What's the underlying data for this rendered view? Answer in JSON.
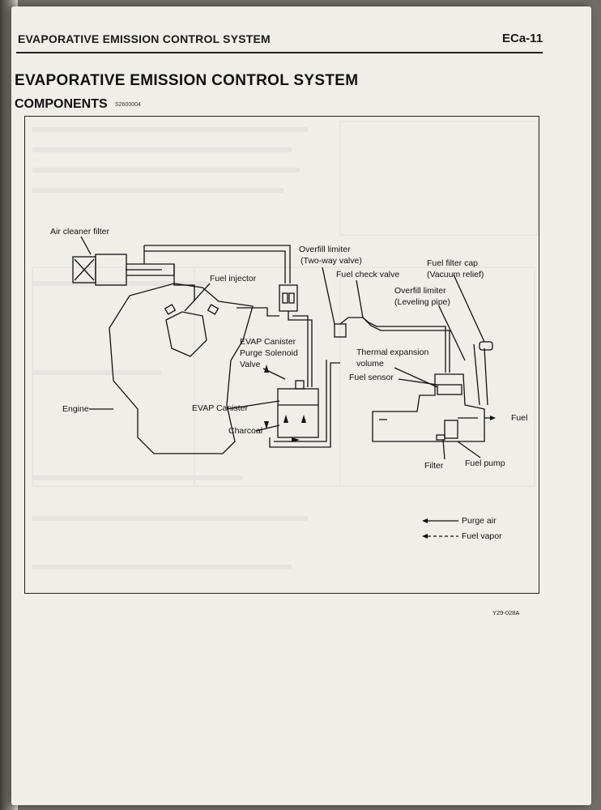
{
  "header": {
    "section_title": "EVAPORATIVE EMISSION CONTROL SYSTEM",
    "page_number": "ECa-11"
  },
  "main": {
    "title": "EVAPORATIVE EMISSION CONTROL SYSTEM",
    "subtitle": "COMPONENTS",
    "code": "S2600004"
  },
  "diagram": {
    "labels": {
      "air_cleaner_filter": "Air cleaner filter",
      "overfill_limiter_two_way_1": "Overfill limiter",
      "overfill_limiter_two_way_2": "(Two-way valve)",
      "fuel_check_valve": "Fuel check valve",
      "fuel_filter_cap_1": "Fuel filter cap",
      "fuel_filter_cap_2": "(Vacuum relief)",
      "fuel_injector": "Fuel injector",
      "overfill_limiter_leveling_1": "Overfill limiter",
      "overfill_limiter_leveling_2": "(Leveling pipe)",
      "evap_solenoid_1": "EVAP Canister",
      "evap_solenoid_2": "Purge Solenoid",
      "evap_solenoid_3": "Valve",
      "thermal_expansion_1": "Thermal expansion",
      "thermal_expansion_2": "volume",
      "fuel_sensor": "Fuel sensor",
      "engine": "Engine",
      "evap_canister": "EVAP Canister",
      "charcoal": "Charcoal",
      "fuel": "Fuel",
      "filter": "Filter",
      "fuel_pump": "Fuel pump"
    },
    "legend": {
      "purge_air": "Purge air",
      "fuel_vapor": "Fuel vapor"
    },
    "figure_code": "Y29-028A"
  },
  "colors": {
    "paper": "#efeee8",
    "ink": "#111111",
    "bleed_through": "#8c8d96"
  }
}
